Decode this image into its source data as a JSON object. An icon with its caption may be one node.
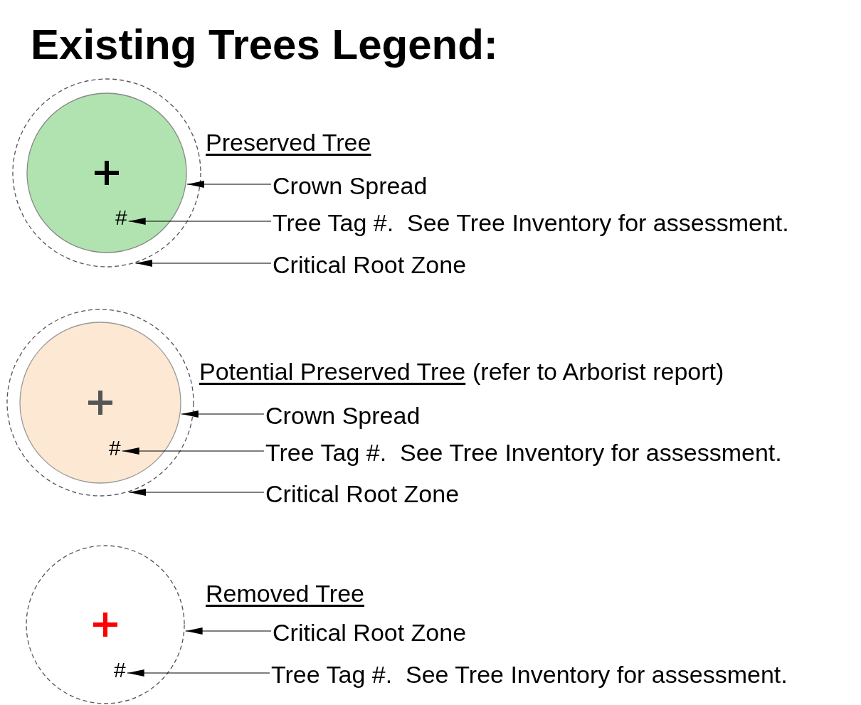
{
  "diagram": {
    "title": "Existing Trees Legend:",
    "nodes": [
      {
        "text": [],
        "shape": "circle"
      },
      {
        "text": [],
        "shape": "circle",
        "in": 0
      },
      {
        "text": [
          "#"
        ],
        "in": 1
      },
      {
        "text": [
          "Crown Spread"
        ]
      },
      {
        "text": [
          "Tree Tag #.  See Tree Inventory for assessment."
        ]
      },
      {
        "text": [
          "Critical Root Zone"
        ]
      },
      {
        "text": [],
        "shape": "circle"
      },
      {
        "text": [],
        "shape": "circle",
        "in": 6
      },
      {
        "text": [
          "#"
        ],
        "in": 7
      },
      {
        "text": [
          "Crown Spread"
        ]
      },
      {
        "text": [
          "Tree Tag #.  See Tree Inventory for assessment."
        ]
      },
      {
        "text": [
          "Critical Root Zone"
        ]
      },
      {
        "text": [],
        "shape": "circle"
      },
      {
        "text": [
          "#"
        ],
        "in": 12
      },
      {
        "text": [
          "Critical Root Zone"
        ]
      },
      {
        "text": [
          "Tree Tag #.  See Tree Inventory for assessment."
        ]
      }
    ],
    "edges": [
      {
        "from": 3,
        "to": 1,
        "arrow": "to"
      },
      {
        "from": 4,
        "to": 2,
        "arrow": "to"
      },
      {
        "from": 5,
        "to": 0,
        "arrow": "to"
      },
      {
        "from": 9,
        "to": 7,
        "arrow": "to"
      },
      {
        "from": 10,
        "to": 8,
        "arrow": "to"
      },
      {
        "from": 11,
        "to": 6,
        "arrow": "to"
      },
      {
        "from": 14,
        "to": 12,
        "arrow": "to"
      },
      {
        "from": 15,
        "to": 13,
        "arrow": "to"
      }
    ],
    "labels": [
      "Preserved Tree",
      "Potential Preserved Tree",
      "(refer to Arborist report)",
      "Removed Tree"
    ]
  }
}
